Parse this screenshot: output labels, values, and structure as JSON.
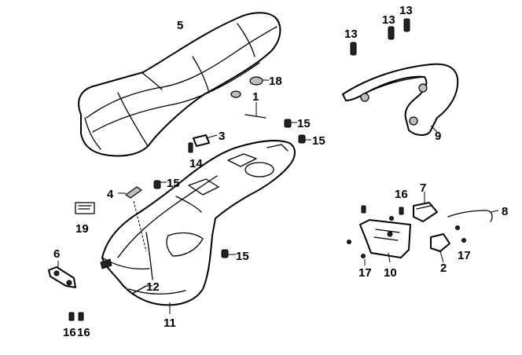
{
  "callouts": {
    "c1": "1",
    "c2": "2",
    "c3": "3",
    "c4": "4",
    "c5": "5",
    "c6": "6",
    "c7": "7",
    "c8": "8",
    "c9": "9",
    "c10": "10",
    "c11": "11",
    "c12": "12",
    "c13a": "13",
    "c13b": "13",
    "c13c": "13",
    "c14": "14",
    "c15a": "15",
    "c15b": "15",
    "c15c": "15",
    "c15d": "15",
    "c16a": "16",
    "c16b": "16",
    "c16c": "16",
    "c17a": "17",
    "c17b": "17",
    "c18": "18",
    "c19": "19"
  },
  "colors": {
    "line": "#000000",
    "background": "#ffffff",
    "shade": "#bdbdbd"
  }
}
